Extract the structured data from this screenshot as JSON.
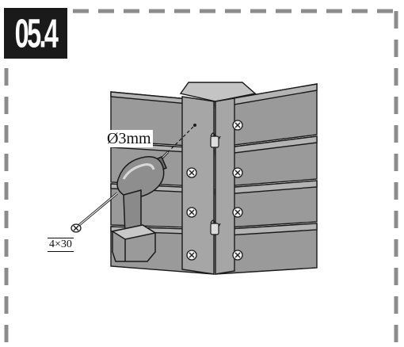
{
  "step": {
    "number": "05.4"
  },
  "annotations": {
    "drill_bit_diameter": "Ø3mm",
    "screw_size": "4×30"
  },
  "colors": {
    "panel": "#9a9a9a",
    "panel_light": "#b4b4b4",
    "panel_dark": "#7a7a7a",
    "outline": "#1a1a1a",
    "frame_dash": "#8c8c8c"
  },
  "icons": [
    "drill-icon",
    "screw-icon",
    "screw-head-icon"
  ]
}
